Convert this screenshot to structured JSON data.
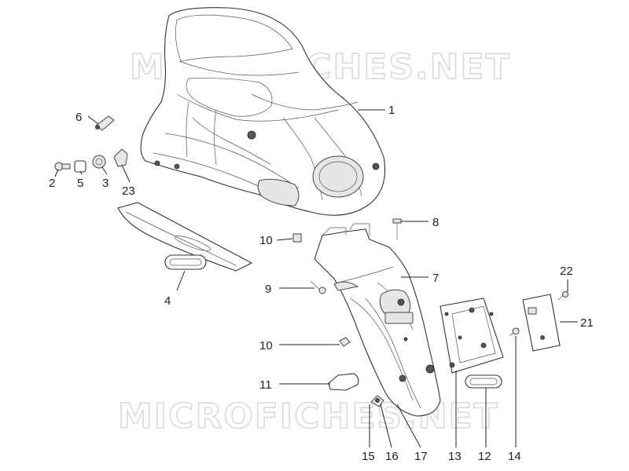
{
  "watermark": "MICROFICHES.NET",
  "callouts": {
    "c1": "1",
    "c2": "2",
    "c3": "3",
    "c4": "4",
    "c5": "5",
    "c6": "6",
    "c7": "7",
    "c8": "8",
    "c9": "9",
    "c10a": "10",
    "c10b": "10",
    "c11": "11",
    "c12": "12",
    "c13": "13",
    "c14": "14",
    "c15": "15",
    "c16": "16",
    "c17": "17",
    "c21": "21",
    "c22": "22",
    "c23": "23"
  }
}
